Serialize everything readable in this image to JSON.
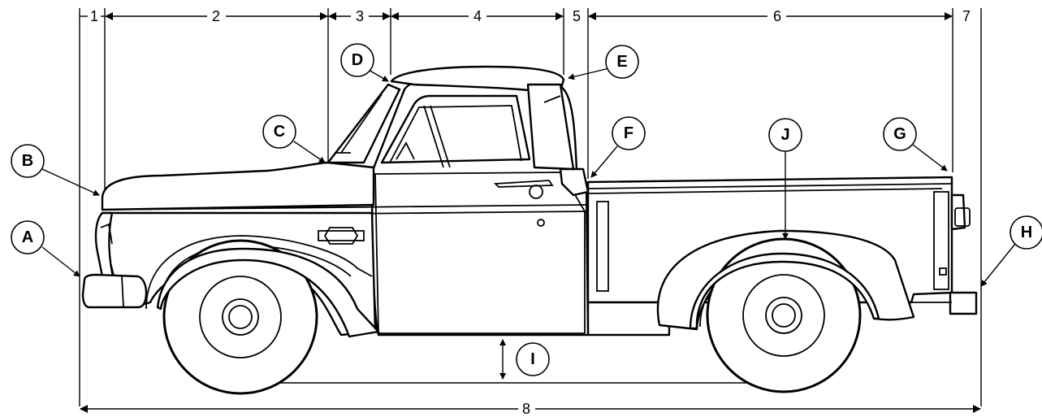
{
  "dimensions": {
    "d1": "1",
    "d2": "2",
    "d3": "3",
    "d4": "4",
    "d5": "5",
    "d6": "6",
    "d7": "7",
    "d8": "8"
  },
  "callouts": {
    "a": "A",
    "b": "B",
    "c": "C",
    "d": "D",
    "e": "E",
    "f": "F",
    "g": "G",
    "h": "H",
    "i": "I",
    "j": "J"
  }
}
